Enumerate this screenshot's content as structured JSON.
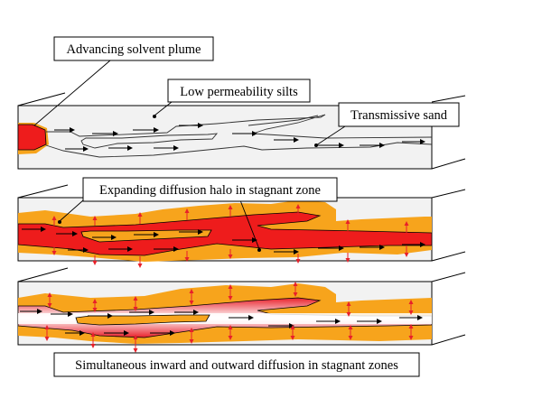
{
  "labels": {
    "advancing": "Advancing solvent plume",
    "silts": "Low permeability silts",
    "sand": "Transmissive sand",
    "halo": "Expanding diffusion halo in stagnant zone",
    "simultaneous": "Simultaneous inward and outward diffusion in stagnant zones"
  },
  "colors": {
    "block": "#f2f2f2",
    "plume_red": "#ee1c1c",
    "halo_orange": "#f7a41c",
    "diffusion_arrow": "#e8202a"
  }
}
